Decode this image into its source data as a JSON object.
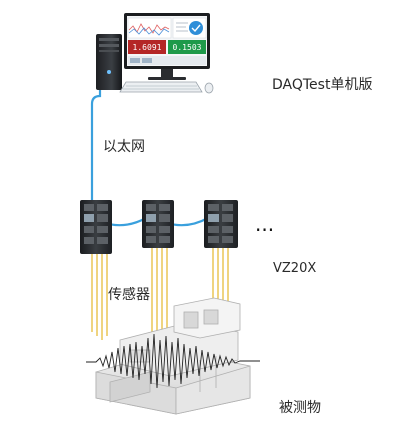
{
  "labels": {
    "software": "DAQTest单机版",
    "ethernet": "以太网",
    "device": "VZ20X",
    "sensor": "传感器",
    "dut": "被测物",
    "ellipsis": "..."
  },
  "monitor": {
    "readout_left": "1.6091",
    "readout_right": "0.1503"
  },
  "colors": {
    "cable": "#3aa0dd",
    "sensor_wire": "#e8c24a",
    "module_body": "#2b2f33",
    "waveform": "#222222"
  }
}
